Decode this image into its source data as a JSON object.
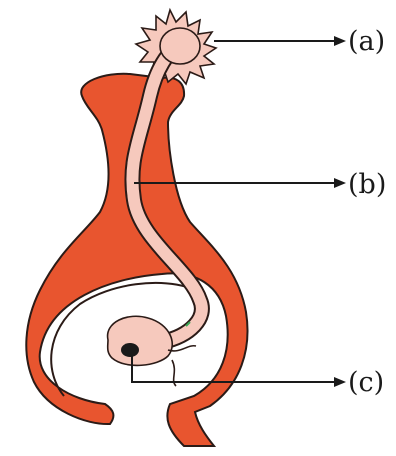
{
  "labels": {
    "a": "(a)",
    "b": "(b)",
    "c": "(c)"
  },
  "colors": {
    "pistil": "#e8552f",
    "pistil_outline": "#2b1b17",
    "tube": "#f6c9bd",
    "ovule": "#f6c9bd",
    "nucleus": "#1a1a1a",
    "label_line": "#1a1a1a"
  }
}
